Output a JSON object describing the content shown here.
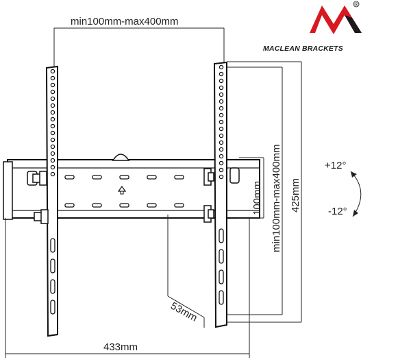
{
  "brand": {
    "name": "MACLEAN BRACKETS",
    "registered_mark": "®",
    "logo_icon": "maclean-m-logo-icon",
    "logo_color": "#d71920"
  },
  "dimensions": {
    "vesa_width": "min100mm-max400mm",
    "vesa_height": "min100mm-max400mm",
    "rail_height": "100mm",
    "arm_height": "425mm",
    "depth": "53mm",
    "total_width": "433mm"
  },
  "tilt": {
    "up": "+12°",
    "down": "-12°"
  },
  "colors": {
    "line": "#222222",
    "accent": "#d71920"
  }
}
